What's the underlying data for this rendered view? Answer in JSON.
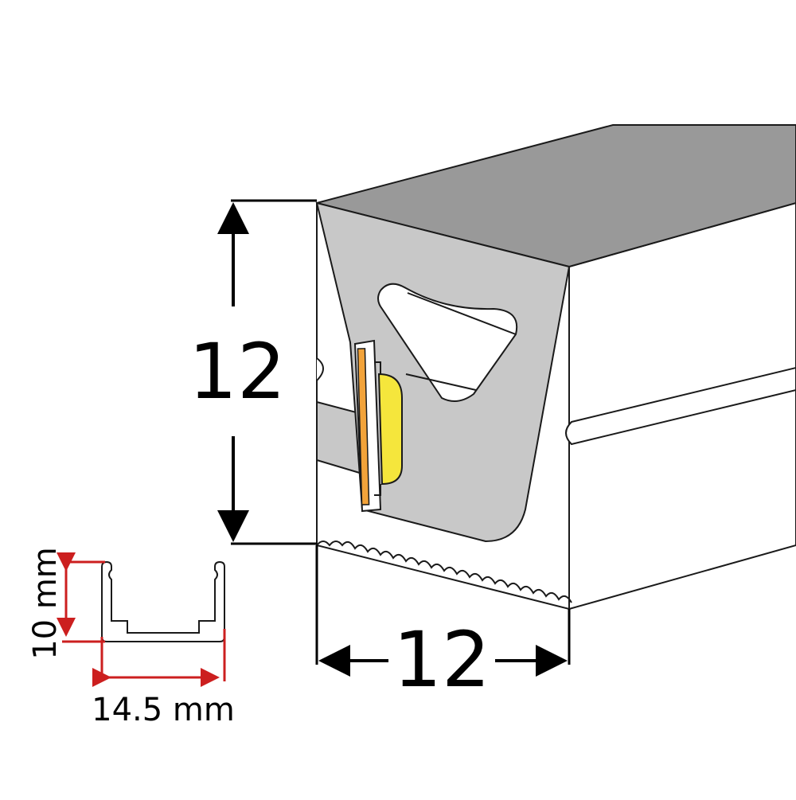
{
  "diagram": {
    "height_label": "12",
    "width_label": "12",
    "channel_height_label": "10 mm",
    "channel_width_label": "14.5 mm"
  },
  "colors": {
    "top_face": "#999999",
    "end_face": "#c8c8c8",
    "body": "#ffffff",
    "outline": "#1a1a1a",
    "led_strip": "#f2a33a",
    "led_chip": "#f5e63c",
    "dimension_line": "#000000",
    "channel_dimension": "#cc1f1f"
  }
}
